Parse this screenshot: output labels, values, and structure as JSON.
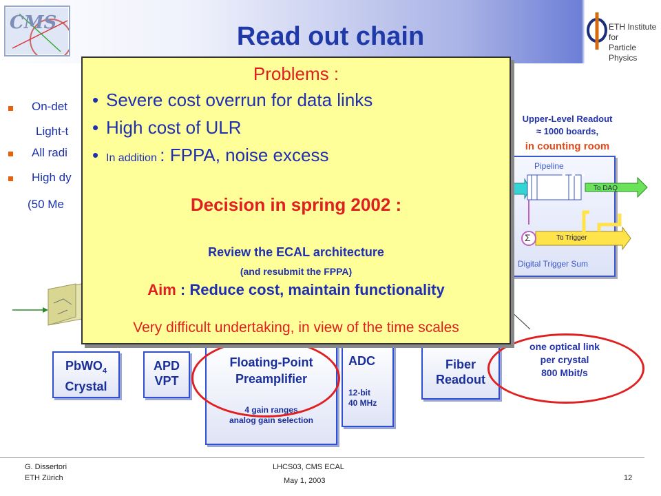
{
  "header": {
    "title": "Read out chain",
    "cms_logo_text": "CMS",
    "eth_logo_text_1": "ETH Institute for",
    "eth_logo_text_2": "Particle Physics"
  },
  "background_bullets": [
    "On-det",
    "Light-t",
    "All radi",
    "High dy",
    "(50 Me"
  ],
  "upper_level": {
    "line1": "Upper-Level Readout",
    "line2": "≈ 1000 boards,",
    "line3": "in counting room",
    "pipeline": "Pipeline",
    "dots": "• • •",
    "to_daq": "To DAQ",
    "sigma": "Σ",
    "to_trigger": "To Trigger",
    "trigger_sum": "Digital Trigger Sum"
  },
  "popup": {
    "heading": "Problems :",
    "bullets": [
      {
        "main": "Severe cost overrun for data links",
        "small_prefix": ""
      },
      {
        "main": "High cost of ULR",
        "small_prefix": ""
      },
      {
        "main": ": FPPA, noise excess",
        "small_prefix": "In addition "
      }
    ],
    "decision": "Decision in spring 2002 :",
    "review": "Review  the ECAL architecture",
    "resubmit": "(and resubmit the FPPA)",
    "aim_label": "Aim",
    "aim_text": " : Reduce cost, maintain functionality",
    "difficult": "Very difficult undertaking, in view of the time scales"
  },
  "chain": {
    "crystal": [
      "PbWO",
      "4",
      "Crystal"
    ],
    "apd": [
      "APD",
      "VPT"
    ],
    "fppa": [
      "Floating-Point",
      "Preamplifier",
      "4 gain ranges",
      "analog gain selection"
    ],
    "adc": [
      "ADC",
      "12-bit",
      "40 MHz"
    ],
    "fiber": [
      "Fiber",
      "Readout"
    ],
    "optical": [
      "one optical link",
      "per crystal",
      "800 Mbit/s"
    ]
  },
  "footer": {
    "author": "G. Dissertori",
    "institute": "ETH Zürich",
    "conference": "LHCS03,  CMS ECAL",
    "date": "May 1, 2003",
    "page": "12"
  },
  "colors": {
    "title": "#1f3aa8",
    "popup_bg": "#ffff99",
    "red": "#e02020",
    "bullet_orange": "#e8600c"
  }
}
